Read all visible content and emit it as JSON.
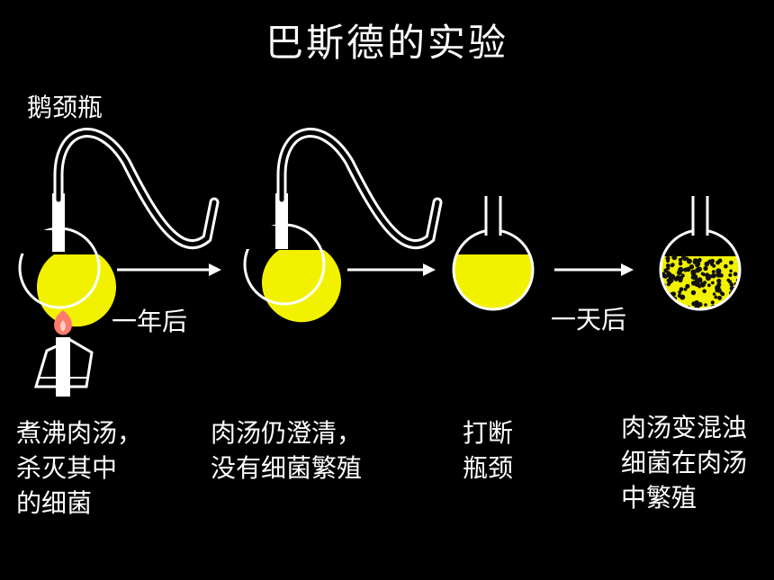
{
  "title": "巴斯德的实验",
  "flask_name": "鹅颈瓶",
  "step_labels": {
    "after_year": "一年后",
    "after_day": "一天后"
  },
  "captions": [
    [
      "煮沸肉汤，",
      "杀灭其中",
      "的细菌"
    ],
    [
      "肉汤仍澄清，",
      "没有细菌繁殖"
    ],
    [
      "打断",
      "瓶颈"
    ],
    [
      "肉汤变混浊",
      "细菌在肉汤",
      "中繁殖"
    ]
  ],
  "colors": {
    "background": "#000000",
    "broth": "#f2f200",
    "glass": "#ffffff",
    "flame": "#ff7a6a"
  }
}
